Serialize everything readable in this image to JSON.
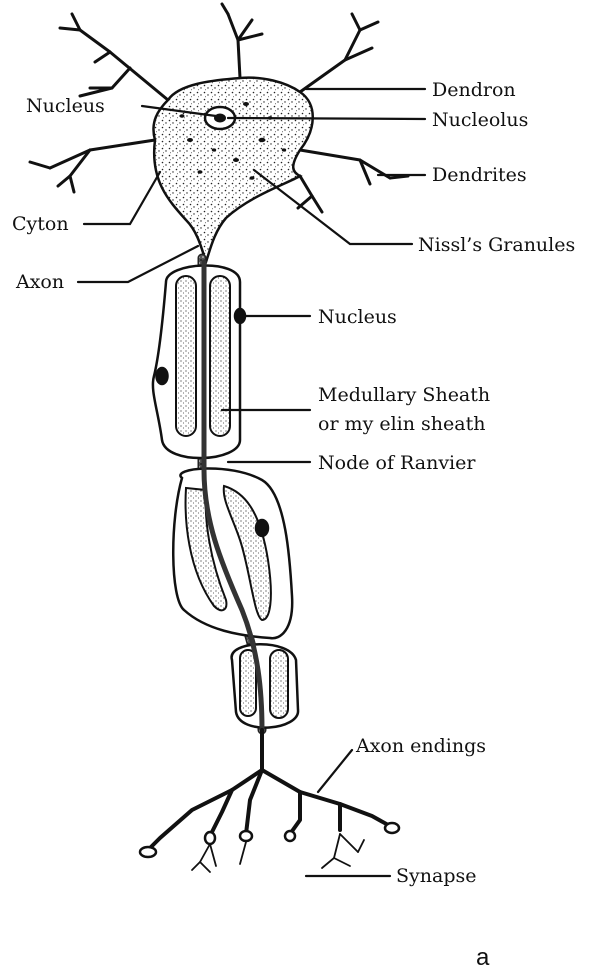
{
  "colors": {
    "ink": "#111111",
    "paper": "#ffffff",
    "sheath_fill": "#f4f4f4"
  },
  "labels": {
    "nucleus_top": "Nucleus",
    "dendron": "Dendron",
    "nucleolus": "Nucleolus",
    "dendrites": "Dendrites",
    "cyton": "Cyton",
    "nissl": "Nissl’s Granules",
    "axon": "Axon",
    "nucleus_side": "Nucleus",
    "medullary_line1": "Medullary Sheath",
    "medullary_line2": "or my elin sheath",
    "ranvier": "Node of Ranvier",
    "axon_endings": "Axon endings",
    "synapse": "Synapse"
  },
  "caption": "a"
}
